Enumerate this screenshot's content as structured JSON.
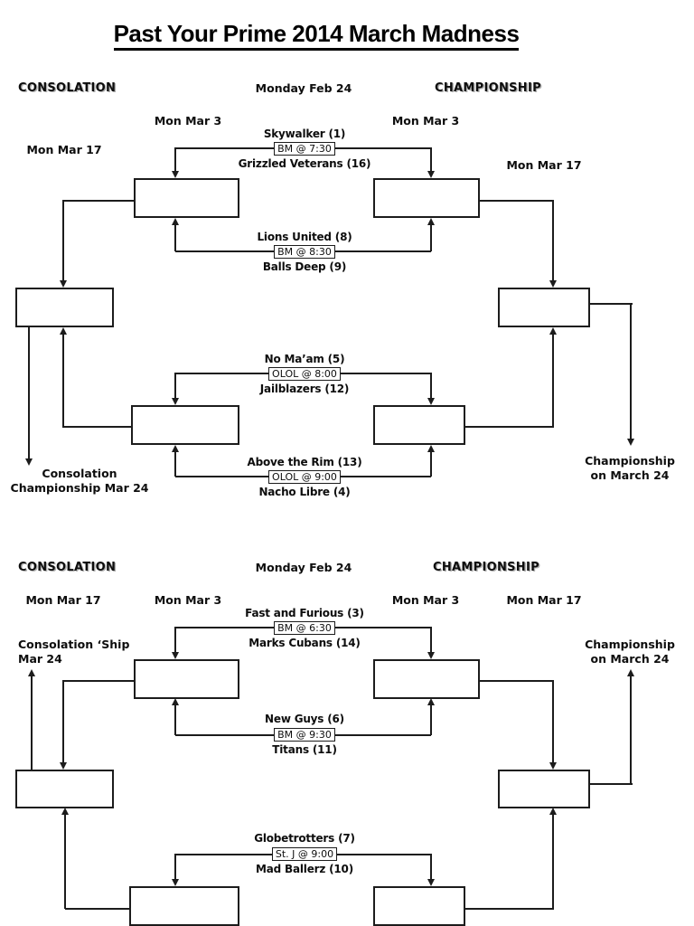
{
  "title": "Past Your Prime 2014 March Madness",
  "labels": {
    "consolation_header": "CONSOLATION",
    "championship_header": "CHAMPIONSHIP",
    "round1_date": "Monday Feb 24",
    "semis_date": "Mon Mar 3",
    "finals_date": "Mon Mar 17",
    "consolation_final_top": [
      "Consolation",
      "Championship Mar 24"
    ],
    "consolation_final_bottom": [
      "Consolation ‘Ship",
      "Mar 24"
    ],
    "championship_final": [
      "Championship",
      "on March 24"
    ]
  },
  "brackets": [
    {
      "name": "top",
      "matches": [
        {
          "team1": "Skywalker (1)",
          "time": "BM @ 7:30",
          "team2": "Grizzled Veterans (16)"
        },
        {
          "team1": "Lions United (8)",
          "time": "BM @ 8:30",
          "team2": "Balls Deep (9)"
        },
        {
          "team1": "No Ma’am (5)",
          "time": "OLOL @ 8:00",
          "team2": "Jailblazers (12)"
        },
        {
          "team1": "Above the Rim (13)",
          "time": "OLOL @ 9:00",
          "team2": "Nacho Libre (4)"
        }
      ]
    },
    {
      "name": "bottom",
      "matches": [
        {
          "team1": "Fast and Furious (3)",
          "time": "BM @ 6:30",
          "team2": "Marks Cubans (14)"
        },
        {
          "team1": "New Guys (6)",
          "time": "BM @ 9:30",
          "team2": "Titans (11)"
        },
        {
          "team1": "Globetrotters (7)",
          "time": "St. J @ 9:00",
          "team2": "Mad Ballerz (10)"
        }
      ]
    }
  ]
}
